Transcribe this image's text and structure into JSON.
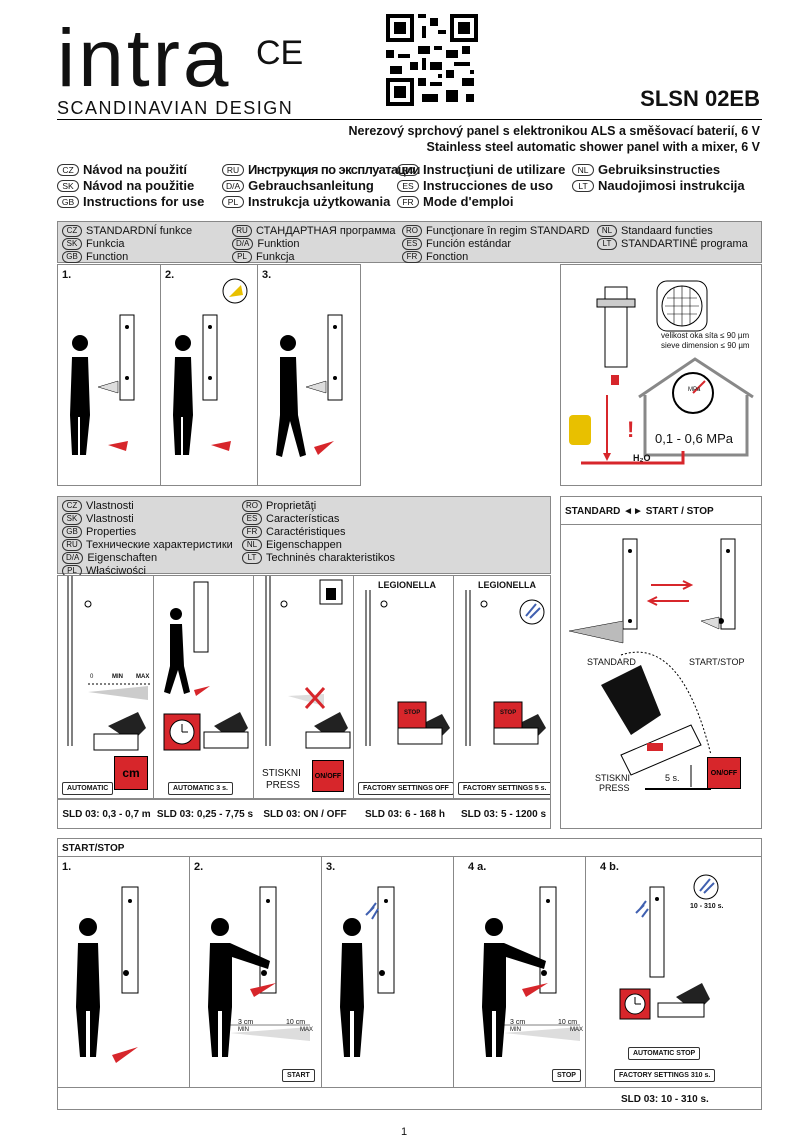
{
  "header": {
    "logo": "intra",
    "ce_mark": "CE",
    "tagline": "SCANDINAVIAN DESIGN",
    "model": "SLSN 02EB",
    "desc_cz": "Nerezový sprchový panel s elektronikou ALS a směšovací baterií, 6 V",
    "desc_en": "Stainless steel automatic shower panel with a mixer, 6 V"
  },
  "languages": [
    {
      "code": "CZ",
      "label": "Návod na použití"
    },
    {
      "code": "RU",
      "label": "Инструкция по эксплуатации"
    },
    {
      "code": "RO",
      "label": "Instrucţiuni de utilizare"
    },
    {
      "code": "NL",
      "label": "Gebruiksinstructies"
    },
    {
      "code": "SK",
      "label": "Návod na použitie"
    },
    {
      "code": "D/A",
      "label": "Gebrauchsanleitung"
    },
    {
      "code": "ES",
      "label": "Instrucciones de uso"
    },
    {
      "code": "LT",
      "label": "Naudojimosi instrukcija"
    },
    {
      "code": "GB",
      "label": "Instructions for use"
    },
    {
      "code": "PL",
      "label": "Instrukcja użytkowania"
    },
    {
      "code": "FR",
      "label": "Mode d'emploi"
    }
  ],
  "standard_function": [
    {
      "code": "CZ",
      "label": "STANDARDNÍ funkce"
    },
    {
      "code": "RU",
      "label": "СТАНДАРТНАЯ программа"
    },
    {
      "code": "RO",
      "label": "Funcţionare în regim STANDARD"
    },
    {
      "code": "NL",
      "label": "Standaard functies"
    },
    {
      "code": "SK",
      "label": "Funkcia"
    },
    {
      "code": "D/A",
      "label": "Funktion"
    },
    {
      "code": "ES",
      "label": "Función estándar"
    },
    {
      "code": "LT",
      "label": "STANDARTINĖ programa"
    },
    {
      "code": "GB",
      "label": "Function"
    },
    {
      "code": "PL",
      "label": "Funkcja"
    },
    {
      "code": "FR",
      "label": "Fonction"
    }
  ],
  "steps_top": [
    "1.",
    "2.",
    "3."
  ],
  "filter": {
    "sieve_cz": "velikost oka síta ≤ 90 µm",
    "sieve_en": "sieve dimension ≤ 90 µm",
    "pressure": "0,1 - 0,6 MPa",
    "gauge_unit": "MPa",
    "water": "H₂O",
    "warning": "!"
  },
  "properties": [
    {
      "code": "CZ",
      "label": "Vlastnosti"
    },
    {
      "code": "RO",
      "label": "Proprietăţi"
    },
    {
      "code": "SK",
      "label": "Vlastnosti"
    },
    {
      "code": "ES",
      "label": "Características"
    },
    {
      "code": "GB",
      "label": "Properties"
    },
    {
      "code": "FR",
      "label": "Caractéristiques"
    },
    {
      "code": "RU",
      "label": "Технические характеристики"
    },
    {
      "code": "NL",
      "label": "Eigenschappen"
    },
    {
      "code": "D/A",
      "label": "Eigenschaften"
    },
    {
      "code": "LT",
      "label": "Techninės charakteristikos"
    },
    {
      "code": "PL",
      "label": "Właściwości"
    }
  ],
  "props_panels": {
    "p1_scale": [
      "0",
      "MIN",
      "MAX"
    ],
    "p1_tag": "AUTOMATIC",
    "p1_box": "cm",
    "p2_tag": "AUTOMATIC 3 s.",
    "p3_press": [
      "STISKNI",
      "PRESS"
    ],
    "p3_box": "ON/OFF",
    "p4_title": "LEGIONELLA",
    "p4_tag": "FACTORY SETTINGS OFF",
    "p5_title": "LEGIONELLA",
    "p5_tag": "FACTORY SETTINGS 5 s.",
    "stop_small": "STOP"
  },
  "sld_props": [
    "SLD 03: 0,3 - 0,7 m",
    "SLD 03: 0,25 - 7,75 s",
    "SLD 03: ON / OFF",
    "SLD 03: 6 - 168 h",
    "SLD 03: 5 - 1200 s"
  ],
  "standard_start": {
    "title": "STANDARD ◄► START / STOP",
    "label_standard": "STANDARD",
    "label_start": "START/STOP",
    "press": [
      "STISKNI",
      "PRESS"
    ],
    "time": "5 s.",
    "box": "ON/OFF"
  },
  "start_stop": {
    "title": "START/STOP",
    "steps": [
      "1.",
      "2.",
      "3.",
      "4 a.",
      "4 b."
    ],
    "range_min_cm": "3 cm",
    "range_max_cm": "10 cm",
    "min": "MIN",
    "max": "MAX",
    "start_tag": "START",
    "stop_tag": "STOP",
    "time_range": "10 - 310 s.",
    "auto_stop_tag": "AUTOMATIC STOP",
    "factory_tag": "FACTORY SETTINGS 310 s.",
    "sld": "SLD 03: 10 - 310 s."
  },
  "page": "1",
  "colors": {
    "accent_red": "#d7262b",
    "panel_gray": "#d9d9d9",
    "blue": "#4060b0"
  }
}
